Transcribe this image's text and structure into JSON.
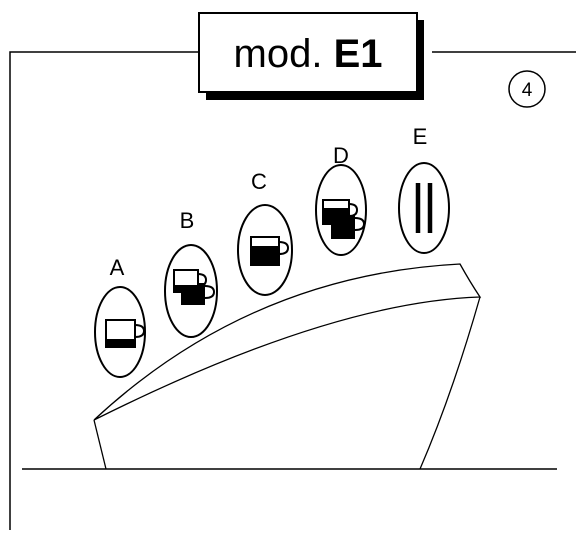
{
  "title": {
    "prefix": "mod.",
    "model": "E1"
  },
  "page_number": "4",
  "buttons": [
    {
      "label": "A",
      "icon": "cup-short-icon"
    },
    {
      "label": "B",
      "icon": "two-cups-short-icon"
    },
    {
      "label": "C",
      "icon": "cup-long-icon"
    },
    {
      "label": "D",
      "icon": "two-cups-long-icon"
    },
    {
      "label": "E",
      "icon": "steam-icon"
    }
  ],
  "colors": {
    "stroke": "#000000",
    "background": "#ffffff"
  }
}
